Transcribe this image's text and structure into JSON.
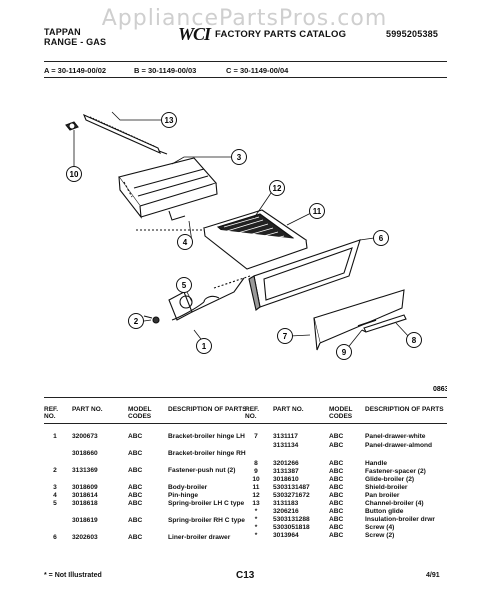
{
  "watermark": "AppliancePartsPros.com",
  "header": {
    "brand_line1": "TAPPAN",
    "brand_line2": "RANGE - GAS",
    "logo": "WCI",
    "catalog_title": "FACTORY PARTS CATALOG",
    "catalog_number": "5995205385"
  },
  "versions": {
    "a": "A = 30-1149-00/02",
    "b": "B = 30-1149-00/03",
    "c": "C = 30-1149-00/04"
  },
  "diagram": {
    "callouts": [
      "13",
      "3",
      "10",
      "12",
      "11",
      "6",
      "4",
      "5",
      "2",
      "1",
      "7",
      "9",
      "8"
    ],
    "figure_code": "0863"
  },
  "table": {
    "headers": {
      "ref": "REF. NO.",
      "part": "PART NO.",
      "model": "MODEL CODES",
      "desc": "DESCRIPTION OF PARTS"
    },
    "left": [
      {
        "ref": "1",
        "part": "3200673",
        "model": "ABC",
        "desc": "Bracket-broiler hinge LH"
      },
      {
        "ref": "",
        "part": "3018660",
        "model": "ABC",
        "desc": "Bracket-broiler hinge RH"
      },
      {
        "ref": "2",
        "part": "3131369",
        "model": "ABC",
        "desc": "Fastener-push nut (2)"
      },
      {
        "ref": "3",
        "part": "3018609",
        "model": "ABC",
        "desc": "Body-broiler"
      },
      {
        "ref": "4",
        "part": "3018614",
        "model": "ABC",
        "desc": "Pin-hinge"
      },
      {
        "ref": "5",
        "part": "3018618",
        "model": "ABC",
        "desc": "Spring-broiler LH C type"
      },
      {
        "ref": "",
        "part": "3018619",
        "model": "ABC",
        "desc": "Spring-broiler RH C type"
      },
      {
        "ref": "6",
        "part": "3202603",
        "model": "ABC",
        "desc": "Liner-broiler drawer"
      }
    ],
    "right": [
      {
        "ref": "7",
        "part": "3131117",
        "model": "ABC",
        "desc": "Panel-drawer-white"
      },
      {
        "ref": "",
        "part": "3131134",
        "model": "ABC",
        "desc": "Panel-drawer-almond"
      },
      {
        "ref": "8",
        "part": "3201266",
        "model": "ABC",
        "desc": "Handle"
      },
      {
        "ref": "9",
        "part": "3131387",
        "model": "ABC",
        "desc": "Fastener-spacer (2)"
      },
      {
        "ref": "10",
        "part": "3018610",
        "model": "ABC",
        "desc": "Glide-broiler (2)"
      },
      {
        "ref": "11",
        "part": "5303131487",
        "model": "ABC",
        "desc": "Shield-broiler"
      },
      {
        "ref": "12",
        "part": "5303271672",
        "model": "ABC",
        "desc": "Pan broiler"
      },
      {
        "ref": "13",
        "part": "3131183",
        "model": "ABC",
        "desc": "Channel-broiler (4)"
      },
      {
        "ref": "*",
        "part": "3206216",
        "model": "ABC",
        "desc": "Button glide"
      },
      {
        "ref": "*",
        "part": "5303131288",
        "model": "ABC",
        "desc": "Insulation-broiler drwr"
      },
      {
        "ref": "*",
        "part": "5303051818",
        "model": "ABC",
        "desc": "Screw (4)"
      },
      {
        "ref": "*",
        "part": "3013964",
        "model": "ABC",
        "desc": "Screw (2)"
      }
    ]
  },
  "footer": {
    "note": "* = Not Illustrated",
    "page": "C13",
    "date": "4/91"
  }
}
